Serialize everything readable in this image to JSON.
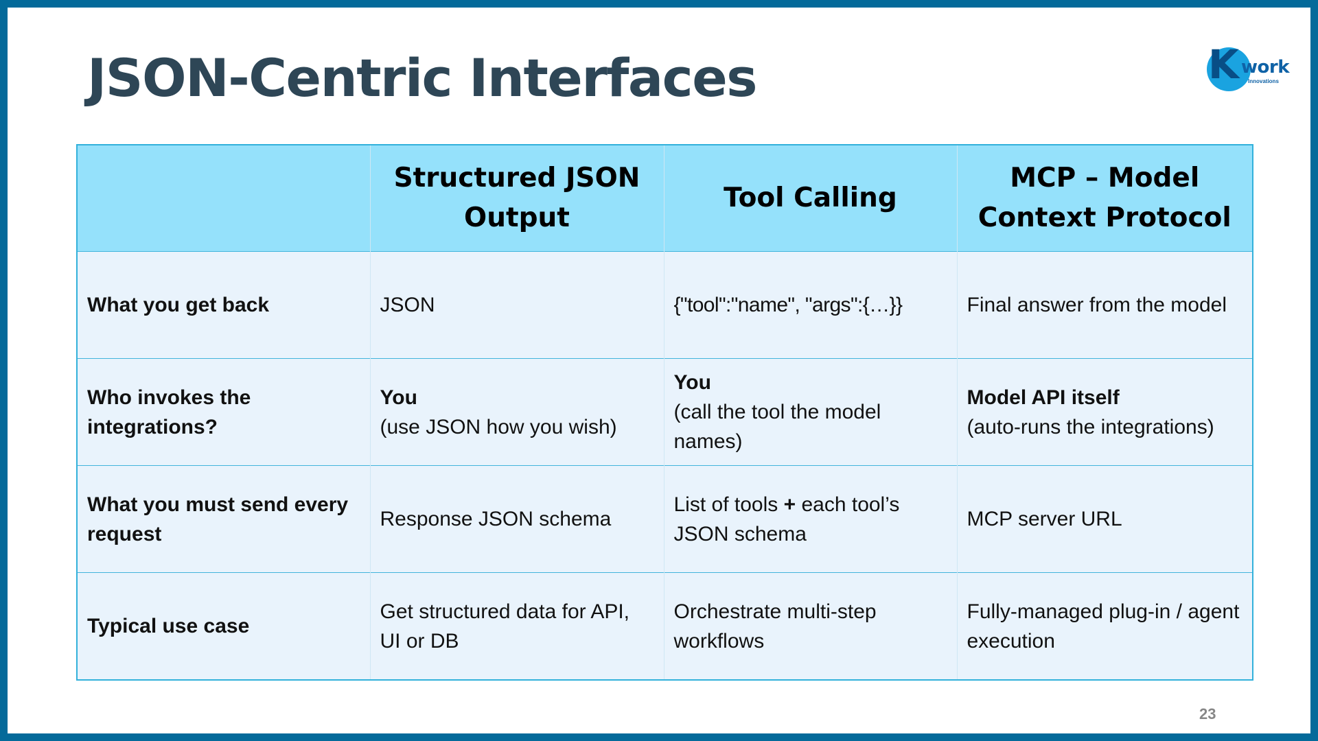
{
  "slide": {
    "title": "JSON-Centric Interfaces",
    "page_number": "23",
    "logo": {
      "k": "K",
      "word": "work",
      "sub": "Innovations"
    }
  },
  "table": {
    "headers": [
      "",
      "Structured JSON Output",
      "Tool Calling",
      "MCP – Model Context Protocol"
    ],
    "rows": [
      {
        "label": "What you get back",
        "structured": "JSON",
        "tool": "{\"tool\":\"name\", \"args\":{…}}",
        "mcp": "Final answer from the model"
      },
      {
        "label": "Who invokes the integrations?",
        "structured_strong": "You",
        "structured_note": "(use JSON how you wish)",
        "tool_strong": "You",
        "tool_note": "(call the tool the model names)",
        "mcp_strong": "Model API itself",
        "mcp_note": "(auto-runs the integrations)"
      },
      {
        "label": "What you must send every request",
        "structured": "Response JSON schema",
        "tool_pre": "List of tools",
        "tool_plus": "+",
        "tool_post": "each tool’s JSON schema",
        "mcp": "MCP server URL"
      },
      {
        "label": "Typical use case",
        "structured": "Get structured data for API, UI or DB",
        "tool": "Orchestrate multi-step workflows",
        "mcp": "Fully-managed plug-in / agent execution"
      }
    ]
  }
}
